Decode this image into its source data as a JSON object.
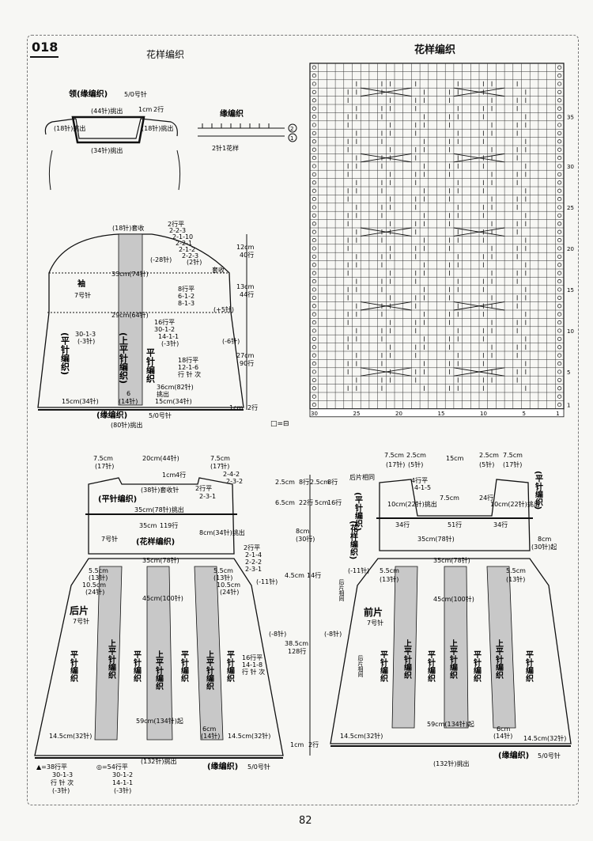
{
  "header": {
    "pattern_number": "018",
    "left_title": "花样编织",
    "chart_title": "花样编织"
  },
  "page_number": "82",
  "collar": {
    "title": "领(缘编织)",
    "needle": "5/0号针",
    "top_pickup": "(44针)挑出",
    "side_l": "(18针)挑出",
    "side_r": "(18针)挑出",
    "bottom_pickup": "(34针)挑出",
    "height": "1cm",
    "rows": "2行"
  },
  "edging": {
    "title": "缘编织",
    "row2": "2",
    "row1": "1",
    "repeat": "2针1花样"
  },
  "sleeve": {
    "name": "袖",
    "needle": "7号针",
    "top_bind": "(18针)套收",
    "shaping_top": [
      "2行平",
      "2-2-3",
      "2-1-10",
      "2-2-1",
      "2-1-2",
      "2-2-3",
      "(2针)"
    ],
    "dec_28": "(-28针)",
    "bind_off": "套收",
    "width_upper": "33cm(74针)",
    "shaping_mid": [
      "8行平",
      "6-1-2",
      "8-1-3"
    ],
    "inc_5": "(+5针)",
    "width_mid": "29cm(64针)",
    "shaping_left": [
      "30-1-3",
      "(-3针)"
    ],
    "shaping_center": [
      "16行平",
      "30-1-2",
      "14-1-1",
      "(-3针)"
    ],
    "dec_6": "(-6针)",
    "shaping_low": [
      "18行平",
      "12-1-6",
      "行 针 次"
    ],
    "pickup_center": "36cm(82针)",
    "pickup_label": "挑出",
    "bottom_l": "15cm(34针)",
    "bottom_r": "15cm(34针)",
    "center_band": "(上平针编织)",
    "center_stitches": "6",
    "center_stitch_count": "(14针)",
    "side_stitch": "(平针编织)",
    "side_stitch_r": "平针编织",
    "edge_title": "(缘编织)",
    "edge_needle": "5/0号针",
    "edge_pickup": "(80针)挑出",
    "dims": [
      {
        "cm": "12cm",
        "rows": "40行"
      },
      {
        "cm": "13cm",
        "rows": "44行"
      },
      {
        "cm": "27cm",
        "rows": "90行"
      },
      {
        "cm": "1cm",
        "rows": "2行"
      }
    ]
  },
  "back": {
    "name": "后片",
    "needle": "7号针",
    "top_widths": [
      "7.5cm",
      "20cm(44针)",
      "7.5cm"
    ],
    "top_stitches": [
      "(17针)",
      "(17针)"
    ],
    "neck_bind": "(38针)套收针",
    "neck_depth": "1cm",
    "neck_rows": "4行",
    "shoulder_shaping": [
      "2-4-2",
      "2-3-2",
      "2行平",
      "2-3-1"
    ],
    "yoke_stitch": "(平针编织)",
    "yoke_pickup": "35cm(78针)挑出",
    "yoke_height": "35cm",
    "yoke_rows": "119行",
    "yoke_pattern": "(花样编织)",
    "yoke_needle": "7号针",
    "side_pickup": "8cm(34针)挑出",
    "armhole_shaping": [
      "2行平",
      "2-1-4",
      "2-2-2",
      "2-3-1",
      "(-11针)"
    ],
    "body_top": "35cm(78针)",
    "side_top_l": "5.5cm",
    "side_top_l_st": "(13针)",
    "side_top_r": "5.5cm",
    "side_top_r_st": "(13针)",
    "mid_l": "10.5cm",
    "mid_l_st": "(24针)",
    "mid_r": "10.5cm",
    "mid_r_st": "(24针)",
    "body_mid": "45cm(100针)",
    "side_inc": "(-8针)",
    "side_shaping": [
      "16行平",
      "14-1-8",
      "行 针 次"
    ],
    "hem_width": "59cm(134针)起",
    "band_width": "6cm",
    "band_st": "(14针)",
    "hem_l": "14.5cm(32针)",
    "hem_r": "14.5cm(32针)",
    "hem_pickup": "(132针)挑出",
    "edge_title": "(缘编织)",
    "edge_needle": "5/0号针",
    "hem_height": "1cm",
    "hem_rows": "2行",
    "stitch_plain": "平针编织",
    "stitch_upper": "上平针编织",
    "total_height": "38.5cm",
    "total_rows": "128行",
    "dims_mid": [
      {
        "cm": "4.5cm",
        "rows": "14行"
      },
      {
        "cm": "8cm",
        "rows": "(30行)"
      }
    ],
    "shoulder_dims": [
      {
        "cm": "2.5cm",
        "rows": "8行"
      },
      {
        "cm": "6.5cm",
        "rows": "22行"
      }
    ]
  },
  "front": {
    "name": "前片",
    "needle": "7号针",
    "top_widths": [
      "7.5cm",
      "2.5cm",
      "15cm",
      "2.5cm",
      "7.5cm"
    ],
    "top_stitches": [
      "(17针)",
      "(5针)",
      "(5针)",
      "(17针)"
    ],
    "same_as_back": "后片相同",
    "neck_shaping": [
      "4行平",
      "4-1-5"
    ],
    "neck_width": "7.5cm",
    "neck_rows": "24行",
    "side_pickup_l": "10cm(22针)挑出",
    "side_pickup_r": "10cm(22针)挑出",
    "yoke_stitch": "(平针编织)",
    "yoke_pattern": "(花样编织)",
    "rows_34": "34行",
    "rows_51": "51行",
    "rows_34r": "34行",
    "yoke_width": "35cm(78针)",
    "side_8cm": "8cm",
    "side_8cm_st": "(30针)起",
    "body_top": "35cm(78针)",
    "dec_11": "(-11针)",
    "side_l": "5.5cm",
    "side_l_st": "(13针)",
    "side_r": "5.5cm",
    "side_r_st": "(13针)",
    "same_back_2": "后片相同",
    "body_mid": "45cm(100针)",
    "side_dec": "(-8针)",
    "same_back_3": "后片相同",
    "hem_width": "59cm(134针)起",
    "band_width": "6cm",
    "band_st": "(14针)",
    "hem_l": "14.5cm(32针)",
    "hem_r": "14.5cm(32针)",
    "hem_pickup": "(132针)挑出",
    "edge_title": "(缘编织)",
    "edge_needle": "5/0号针",
    "neck_dims": [
      {
        "cm": "2.5cm",
        "rows": "8行"
      },
      {
        "cm": "5cm",
        "rows": "16行"
      }
    ]
  },
  "legend": {
    "triangle": "▲=38行平",
    "triangle_lines": [
      "30-1-3",
      "行 针 次",
      "(-3针)"
    ],
    "circle": "◎=54行平",
    "circle_lines": [
      "30-1-2",
      "14-1-1",
      "(-3针)"
    ],
    "symbols": "□=⊟"
  },
  "chart_grid": {
    "row_labels": [
      "35",
      "30",
      "25",
      "20",
      "15",
      "10",
      "5",
      "1"
    ],
    "col_labels": [
      "30",
      "25",
      "20",
      "15",
      "10",
      "5",
      "1"
    ]
  }
}
